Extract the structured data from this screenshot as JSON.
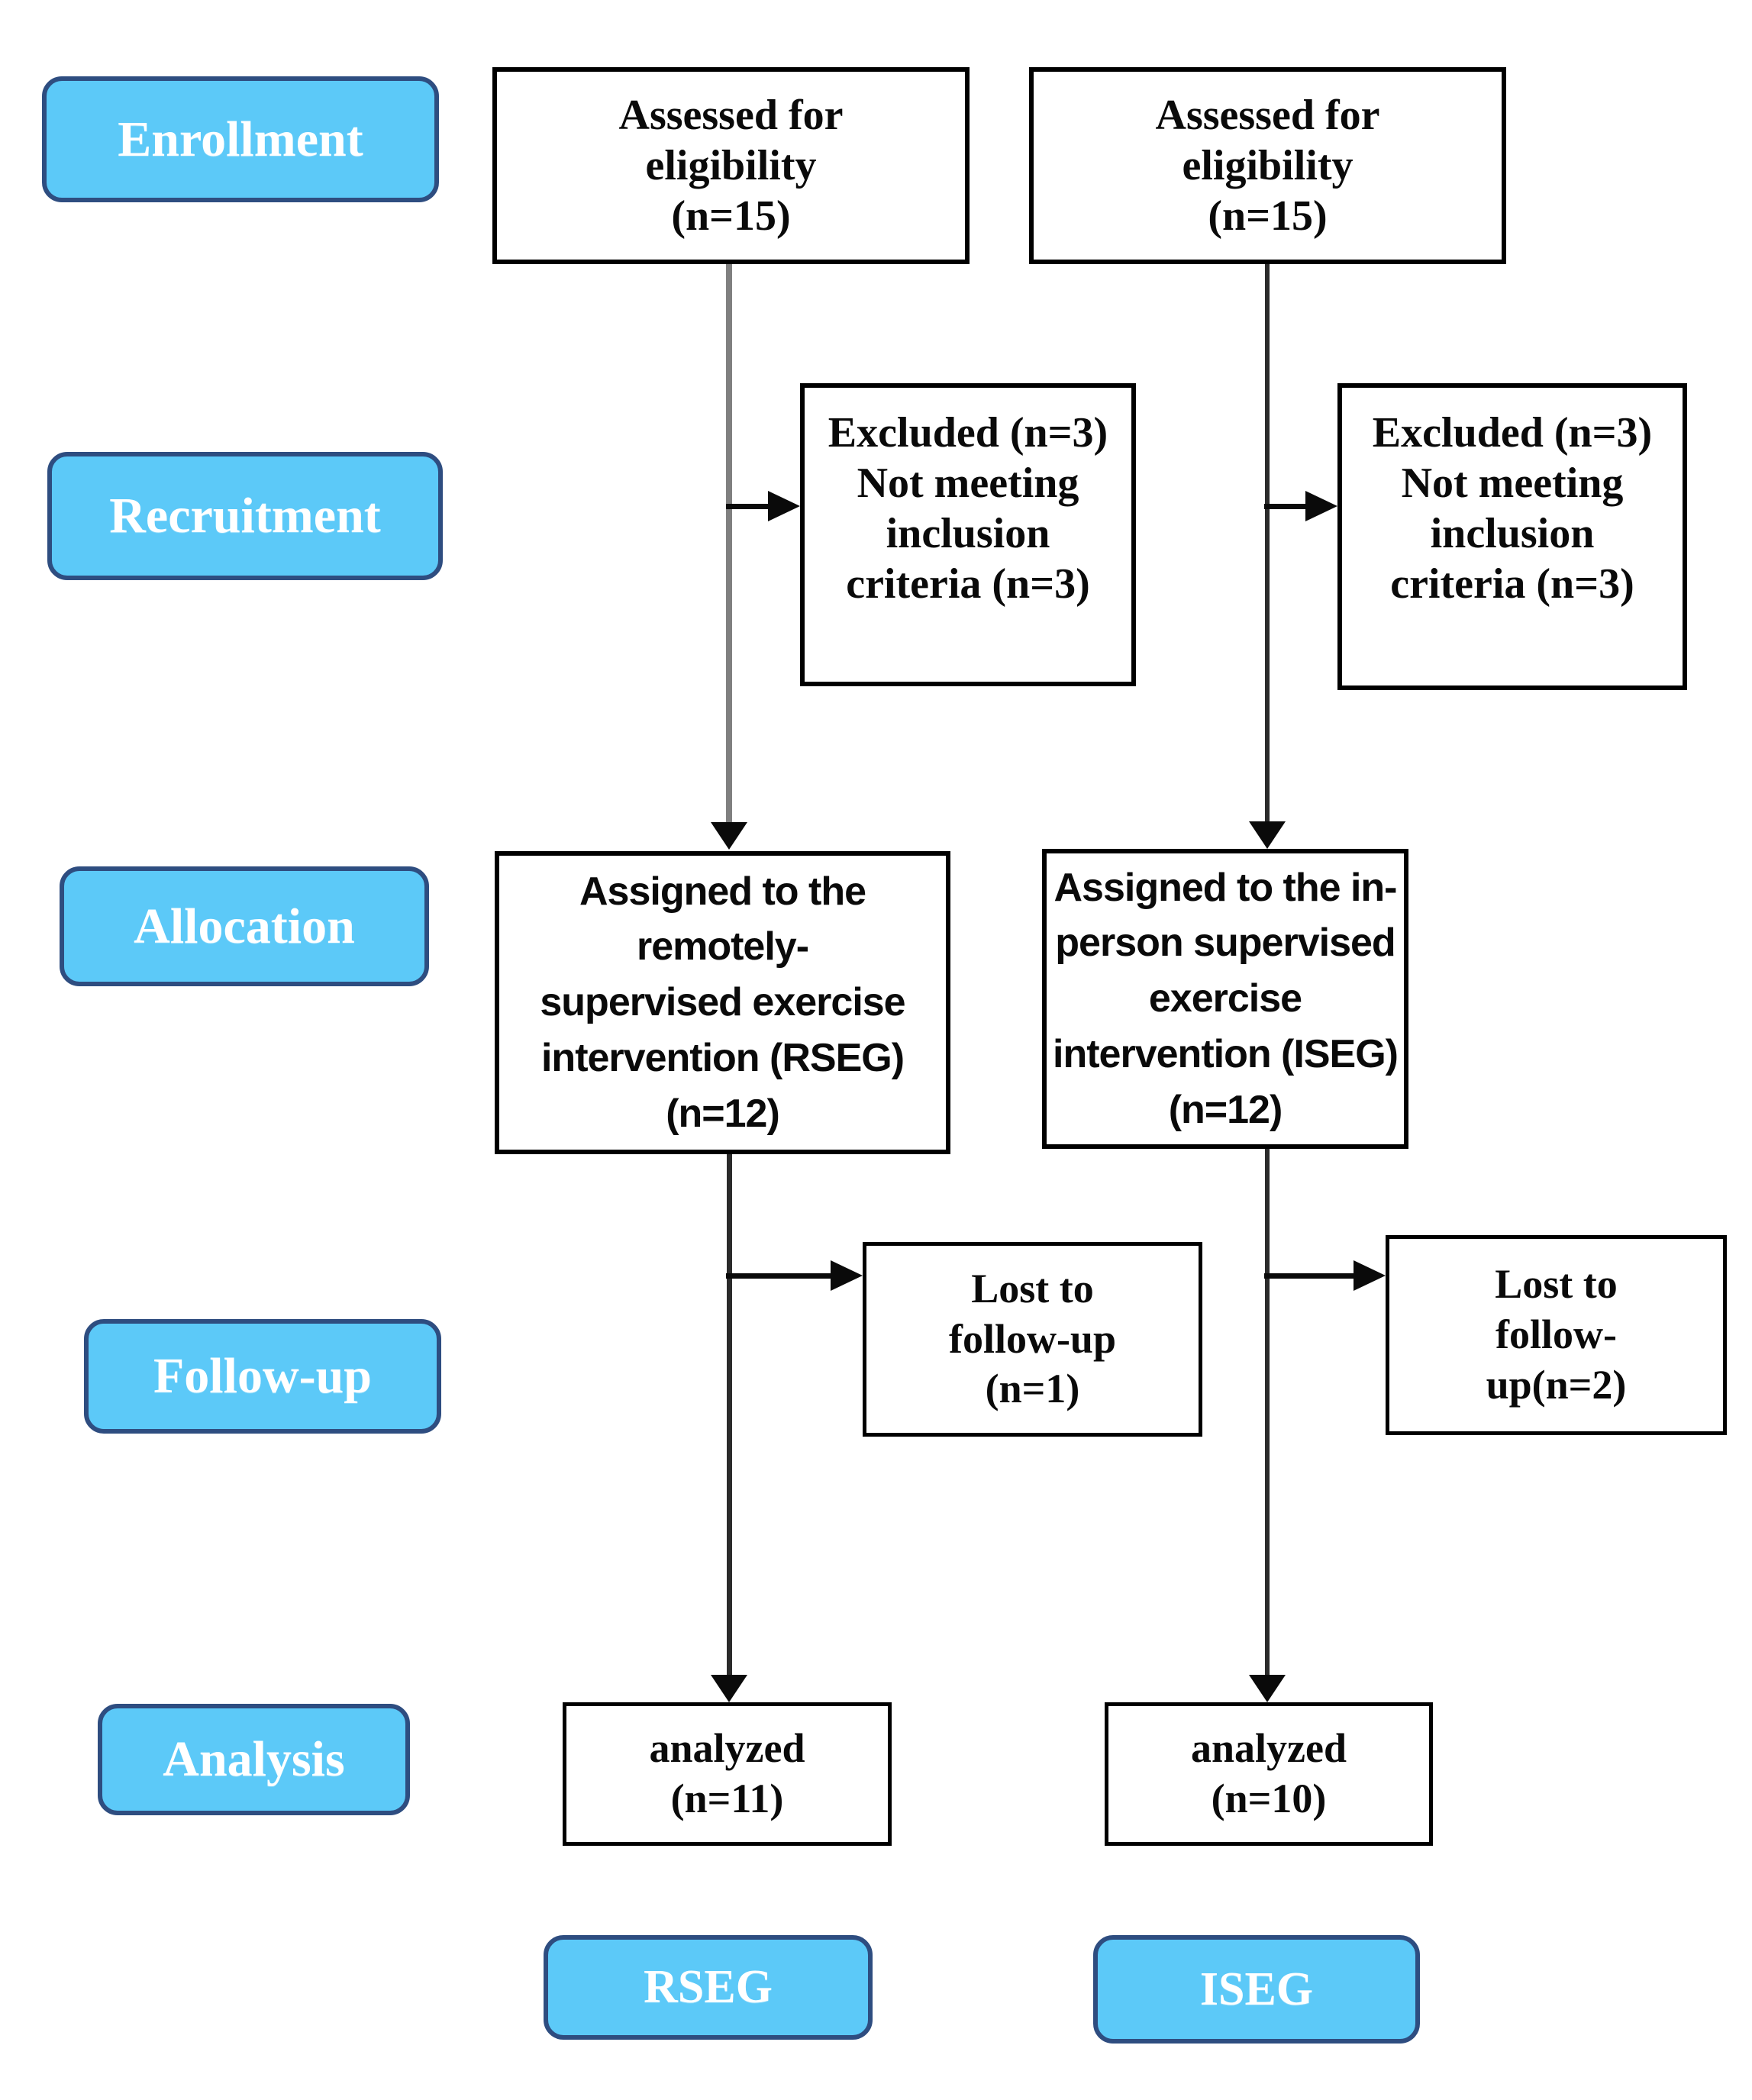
{
  "diagram": {
    "kind": "consort-flow-diagram",
    "stages": [
      {
        "label": "Enrollment"
      },
      {
        "label": "Recruitment"
      },
      {
        "label": "Allocation"
      },
      {
        "label": "Follow-up"
      },
      {
        "label": "Analysis"
      }
    ],
    "groups": [
      {
        "name": "RSEG",
        "assessed": "Assessed for\neligibility\n(n=15)",
        "excluded": "Excluded (n=3)\nNot meeting\ninclusion\ncriteria (n=3)",
        "allocated": "Assigned to the\nremotely-\nsupervised exercise\nintervention (RSEG)\n(n=12)",
        "lost_to_followup": "Lost to\nfollow-up\n(n=1)",
        "analyzed": "analyzed\n(n=11)",
        "group_label": "RSEG"
      },
      {
        "name": "ISEG",
        "assessed": "Assessed for\neligibility\n(n=15)",
        "excluded": "Excluded (n=3)\nNot meeting\ninclusion\ncriteria (n=3)",
        "allocated": "Assigned to the in-\nperson supervised\nexercise\nintervention (ISEG)\n(n=12)",
        "lost_to_followup": "Lost to\nfollow-\nup(n=2)",
        "analyzed": "analyzed\n(n=10)",
        "group_label": "ISEG"
      }
    ],
    "colors": {
      "stage_fill": "#5cc9f8",
      "stage_border": "#2e4d80",
      "box_border": "#000000",
      "stem_gray": "#808080",
      "stem_dark": "#2b2b2b",
      "arrow_black": "#0a0a0a"
    }
  }
}
